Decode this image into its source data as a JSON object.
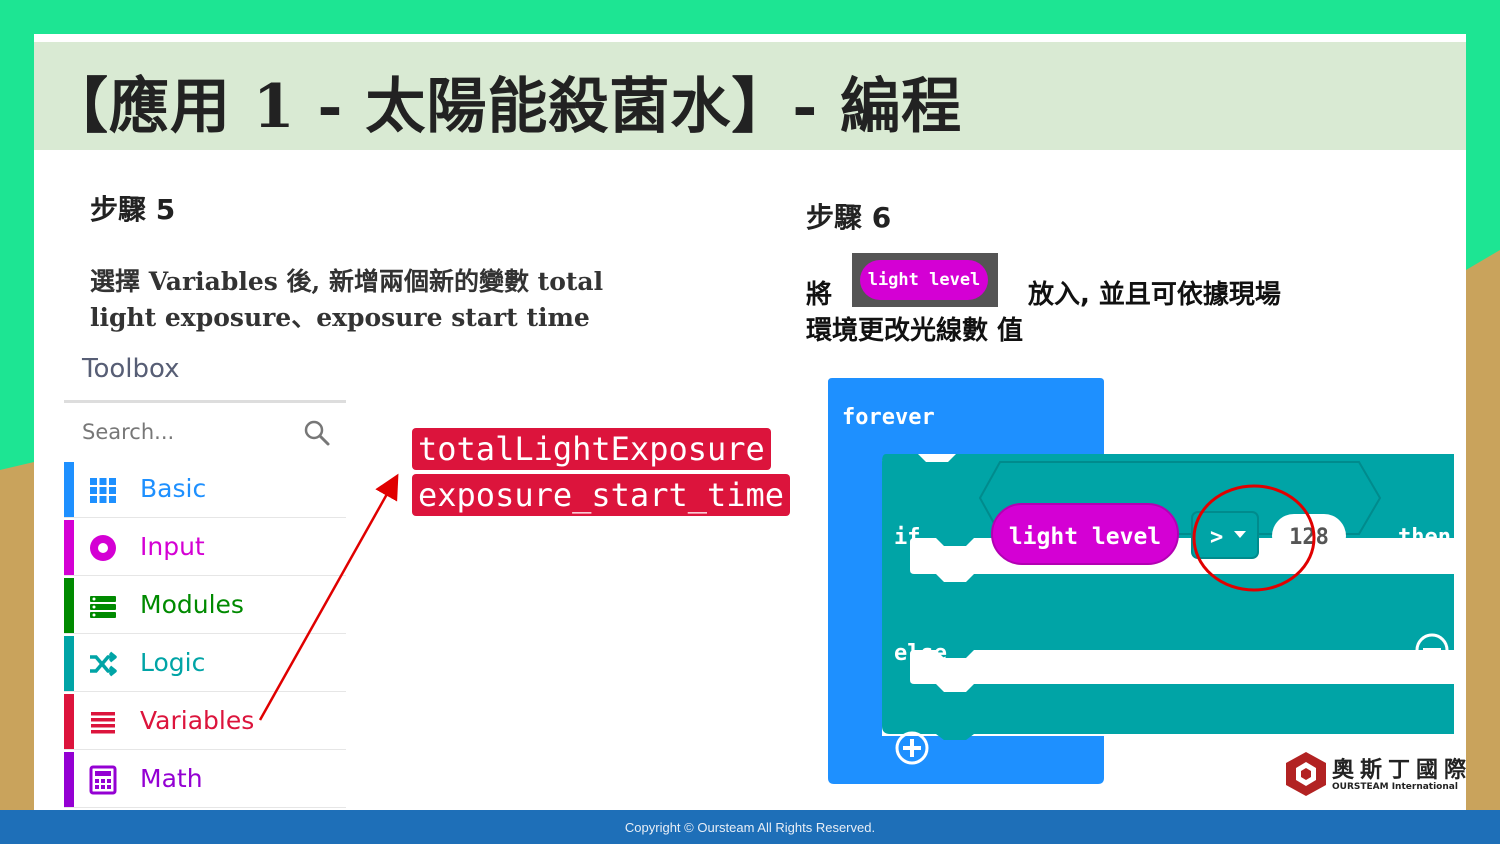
{
  "title": "【應用 1 - 太陽能殺菌水】- 編程",
  "step5": {
    "heading": "步驟 5",
    "desc_line1": "選擇 Variables 後, 新增兩個新的變數  total",
    "desc_line2": "light exposure、exposure start time"
  },
  "toolbox": {
    "title": "Toolbox",
    "search_placeholder": "Search...",
    "items": [
      {
        "label": "Basic",
        "color": "#1e90ff"
      },
      {
        "label": "Input",
        "color": "#d400d4"
      },
      {
        "label": "Modules",
        "color": "#008a00"
      },
      {
        "label": "Logic",
        "color": "#00a4a6"
      },
      {
        "label": "Variables",
        "color": "#dc143c"
      },
      {
        "label": "Math",
        "color": "#9400d3"
      }
    ]
  },
  "new_variables": [
    "totalLightExposure",
    "exposure_start_time"
  ],
  "step6": {
    "heading": "步驟 6",
    "line1_prefix": "將",
    "pill_label": "light level",
    "line1_suffix": "放入, 並且可依據現場",
    "line2": "環境更改光線數 值"
  },
  "blocks": {
    "forever": "forever",
    "if": "if",
    "sensor": "light level",
    "operator": ">",
    "threshold": "128",
    "then": "then",
    "else": "else"
  },
  "logo": {
    "name_cn": "奧斯丁國際",
    "name_en": "OURSTEAM International"
  },
  "footer": "Copyright © Oursteam All Rights Reserved."
}
